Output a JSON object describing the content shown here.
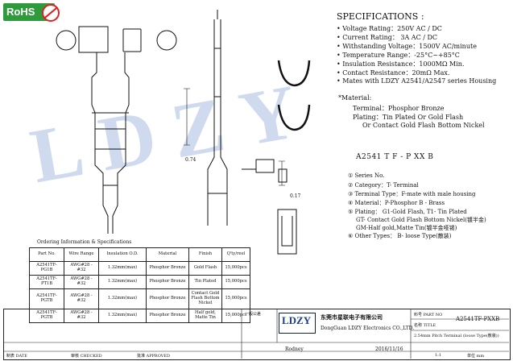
{
  "badge": {
    "text": "RoHS"
  },
  "watermark": "LDZY",
  "specifications": {
    "title": "SPECIFICATIONS :",
    "items": [
      "Voltage Rating：250V AC / DC",
      "Current Rating： 3A AC / DC",
      "Withstanding Voltage：1500V AC/minute",
      "Temperature Range：-25°C~+85°C",
      "Insulation Resistance：1000MΩ Min.",
      "Contact Resistance：20mΩ Max.",
      "Mates with LDZY A2541/A2547 series Housing"
    ],
    "material_title": "*Material:",
    "material_lines": [
      "Terminal：Phosphor Bronze",
      "Plating：Tin  Plated  Or Gold Flash",
      "Or  Contact Gold Flash  Bottom Nickel"
    ]
  },
  "part_number": {
    "line": "A2541 T  F  -  P  XX   B",
    "items": [
      "① Series No.",
      "② Category：T- Terminal",
      "③ Terminal Type：F-mate with male housing",
      "④ Material：P-Phosphor  B - Brass",
      "⑤ Plating：  G1-Gold Flash, T1- Tin Plated",
      "GT- Contact Gold Flash  Bottom Nickel(镀半金)",
      "GM-Half gold,Matte Tin(镀半金哑锡)",
      "⑥ Other Types：  B- loose  Type(散装)"
    ]
  },
  "dimensions": [
    "0.74",
    "0.17"
  ],
  "ordering": {
    "title": "Ordering Information & Specifications",
    "headers": [
      "Part No.",
      "Wire Range",
      "Insulation O.D.",
      "Material",
      "Finish",
      "Q'ty/reel"
    ],
    "rows": [
      [
        "A2541TF-PG1B",
        "AWG#28 - #32",
        "1.32mm(max)",
        "Phosphor Bronze",
        "Gold Flash",
        "15,000pcs"
      ],
      [
        "A2541TF-PT1B",
        "AWG#28 - #32",
        "1.32mm(max)",
        "Phosphor Bronze",
        "Tin  Plated",
        "15,000pcs"
      ],
      [
        "A2541TF-PGTB",
        "AWG#28 - #32",
        "1.32mm(max)",
        "Phosphor Bronze",
        "Contact Gold Flash  Bottom Nickel",
        "15,000pcs"
      ],
      [
        "A2541TF-PGTB",
        "AWG#28 - #32",
        "1.32mm(max)",
        "Phosphor Bronze",
        "Half gold, Matte Tin",
        "15,000pcs"
      ]
    ]
  },
  "titleblock": {
    "company_cn": "东莞市星联电子有限公司",
    "company_en": "DongGuan LDZY Electronics CO.,LTD.",
    "logo": "LDZY",
    "part_no_label": "料号 PART NO",
    "part_no": "A2541TF-PXXB",
    "title_label": "名称 TITLE",
    "title": "2.54mm Pitch Terminal (loose  Type(散装))",
    "drawn_by": "Rodney",
    "date": "2016/11/16",
    "tolerance_title": "一般公差",
    "scale": "1:1",
    "left_labels": [
      "制表 DATE",
      "审核 CHECKED",
      "批准 APPROVED"
    ],
    "units": "单位 mm"
  }
}
